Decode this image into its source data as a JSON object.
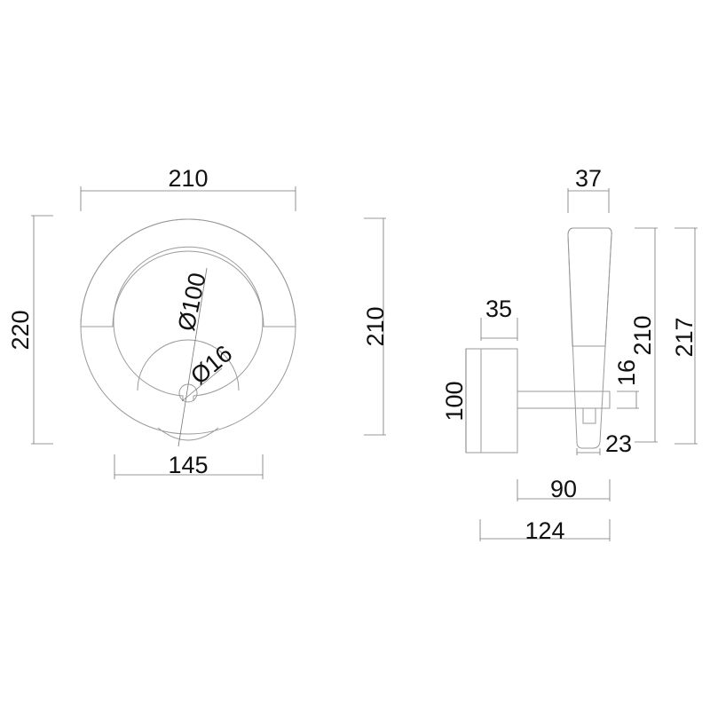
{
  "front_view": {
    "width": "210",
    "height": "220",
    "ring_height": "210",
    "base_width": "145",
    "inner_diameter": "Ø100",
    "hole_diameter": "Ø16"
  },
  "side_view": {
    "shade_width": "37",
    "wall_plate_depth": "35",
    "wall_plate_height": "100",
    "arm_height": "16",
    "shade_height": "210",
    "total_height": "217",
    "shade_bottom_width": "23",
    "arm_length": "90",
    "total_depth": "124"
  },
  "colors": {
    "line": "#9a9a9a",
    "text": "#111111"
  }
}
